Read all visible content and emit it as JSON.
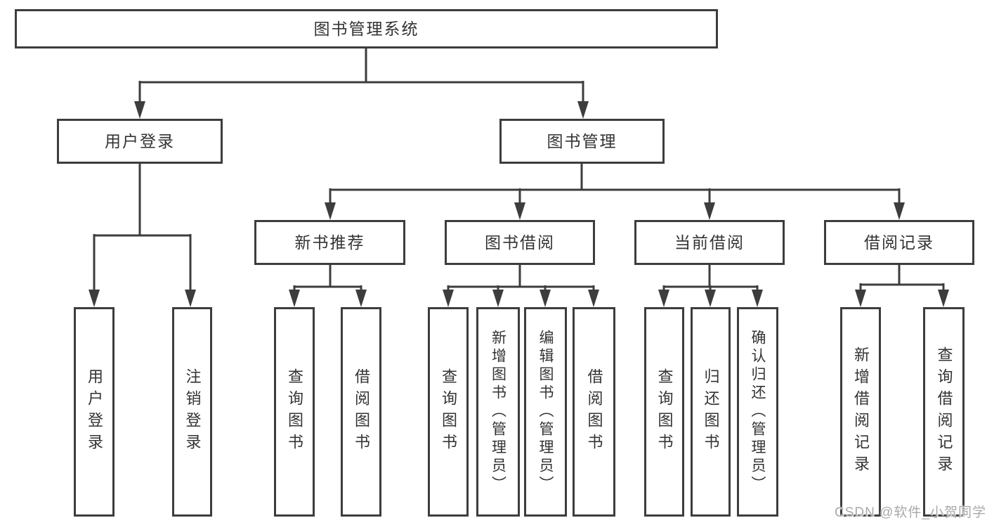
{
  "colors": {
    "line": "#3d3d3d",
    "box_border": "#3d3d3d",
    "box_bg": "#ffffff",
    "text": "#333333",
    "watermark": "#a9a9a9"
  },
  "nodes": {
    "root": "图书管理系统",
    "user_login": "用户登录",
    "book_management": "图书管理",
    "new_book_rec": "新书推荐",
    "book_borrow": "图书借阅",
    "current_borrow": "当前借阅",
    "borrow_records": "借阅记录",
    "user_login_children": [
      "用户登录",
      "注销登录"
    ],
    "new_book_children": [
      "查询图书",
      "借阅图书"
    ],
    "book_borrow_children": [
      "查询图书",
      "新增图书（管理员）",
      "编辑图书（管理员）",
      "借阅图书"
    ],
    "current_borrow_children": [
      "查询图书",
      "归还图书",
      "确认归还（管理员）"
    ],
    "borrow_records_children": [
      "新增借阅记录",
      "查询借阅记录"
    ]
  },
  "watermark": "CSDN @软件_小贺同学"
}
